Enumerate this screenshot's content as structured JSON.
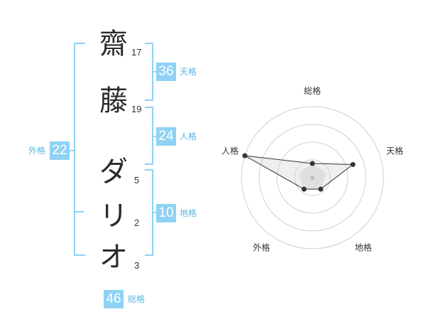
{
  "name_chars": [
    {
      "char": "齋",
      "strokes": "17"
    },
    {
      "char": "藤",
      "strokes": "19"
    },
    {
      "char": "ダ",
      "strokes": "5"
    },
    {
      "char": "リ",
      "strokes": "2"
    },
    {
      "char": "オ",
      "strokes": "3"
    }
  ],
  "scores": {
    "tenkaku": {
      "value": "36",
      "label": "天格"
    },
    "jinkaku": {
      "value": "24",
      "label": "人格"
    },
    "chikaku": {
      "value": "10",
      "label": "地格"
    },
    "gaikaku": {
      "value": "22",
      "label": "外格"
    },
    "soukaku": {
      "value": "46",
      "label": "総格"
    }
  },
  "colors": {
    "accent": "#8fd2f4",
    "accent_text": "#5ab8e6"
  },
  "chart_data": {
    "type": "radar",
    "axes": [
      "総格",
      "天格",
      "地格",
      "外格",
      "人格"
    ],
    "values": [
      1,
      3,
      1,
      1,
      5
    ],
    "rmax": 5,
    "rings": 4
  }
}
